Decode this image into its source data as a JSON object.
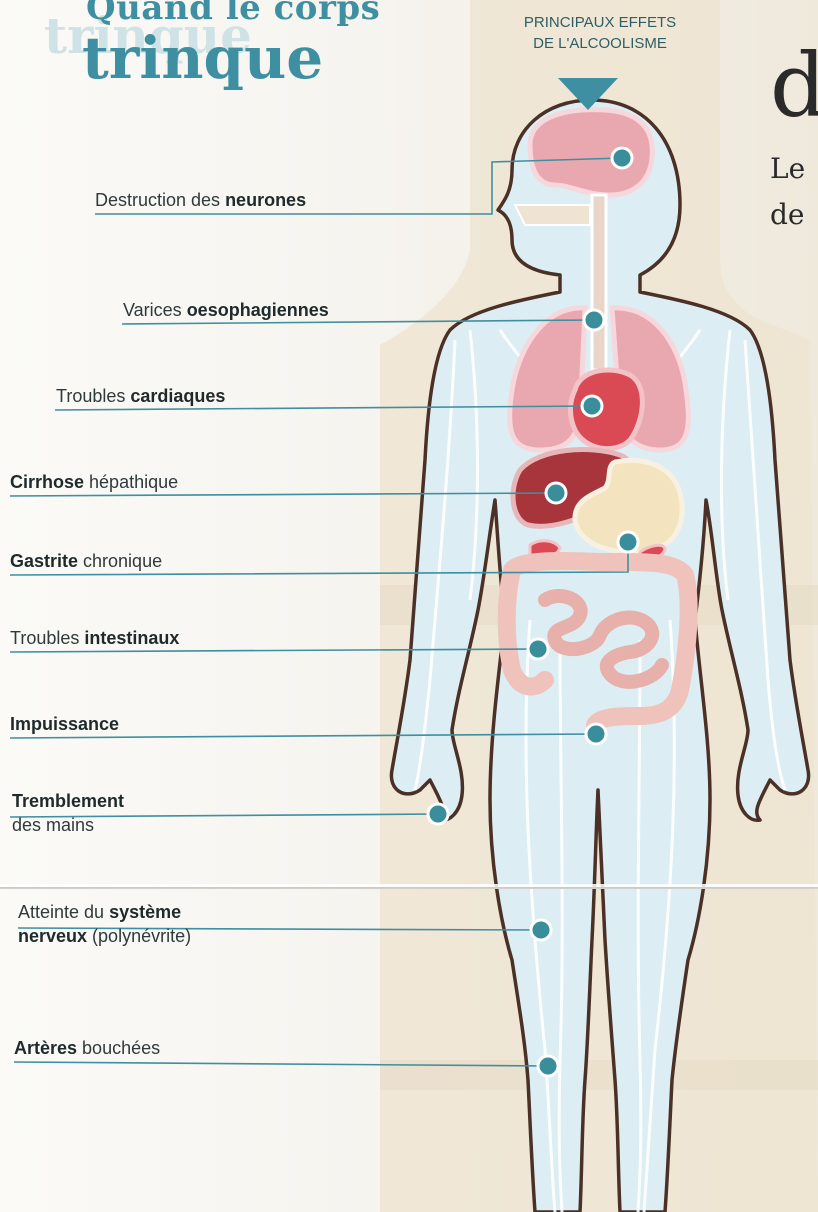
{
  "header": {
    "title_line1": "Quand le corps",
    "title_line2": "trinque",
    "ghost_text": "trinque",
    "subhead_line1": "PRINCIPAUX EFFETS",
    "subhead_line2": "DE L'ALCOOLISME"
  },
  "side_text": {
    "big_letter": "d",
    "line1": "Le",
    "line2": "de"
  },
  "labels": [
    {
      "id": "neurones",
      "parts": [
        {
          "t": "Destruction des ",
          "b": false
        },
        {
          "t": "neurones",
          "b": true
        }
      ]
    },
    {
      "id": "varices",
      "parts": [
        {
          "t": "Varices ",
          "b": false
        },
        {
          "t": "oesophagiennes",
          "b": true
        }
      ]
    },
    {
      "id": "cardiaques",
      "parts": [
        {
          "t": "Troubles ",
          "b": false
        },
        {
          "t": "cardiaques",
          "b": true
        }
      ]
    },
    {
      "id": "cirrhose",
      "parts": [
        {
          "t": "Cirrhose",
          "b": true
        },
        {
          "t": " hépathique",
          "b": false
        }
      ]
    },
    {
      "id": "gastrite",
      "parts": [
        {
          "t": "Gastrite",
          "b": true
        },
        {
          "t": " chronique",
          "b": false
        }
      ]
    },
    {
      "id": "intestinaux",
      "parts": [
        {
          "t": "Troubles ",
          "b": false
        },
        {
          "t": "intestinaux",
          "b": true
        }
      ]
    },
    {
      "id": "impuissance",
      "parts": [
        {
          "t": "Impuissance",
          "b": true
        }
      ]
    },
    {
      "id": "tremblement",
      "parts": [
        {
          "t": "Tremblement",
          "b": true
        }
      ],
      "parts2": [
        {
          "t": "des mains",
          "b": false
        }
      ]
    },
    {
      "id": "systeme",
      "parts": [
        {
          "t": "Atteinte du ",
          "b": false
        },
        {
          "t": "système",
          "b": true
        }
      ],
      "parts2": [
        {
          "t": "nerveux",
          "b": true
        },
        {
          "t": " (polynévrite)",
          "b": false
        }
      ]
    },
    {
      "id": "arteres",
      "parts": [
        {
          "t": "Artères",
          "b": true
        },
        {
          "t": " bouchées",
          "b": false
        }
      ]
    }
  ],
  "colors": {
    "accent": "#3e8fa1",
    "dot": "#3a8d9b",
    "body_fill": "#dceef3",
    "outline": "#4a3026",
    "lung": "#e9a8b0",
    "heart": "#d94a55",
    "liver": "#a8343c",
    "stomach": "#f3e3bf",
    "intestine": "#efc3bc",
    "vessel": "#ffffff"
  },
  "icons": {
    "pointer": "down-triangle-icon",
    "marker": "dot-marker-icon"
  }
}
